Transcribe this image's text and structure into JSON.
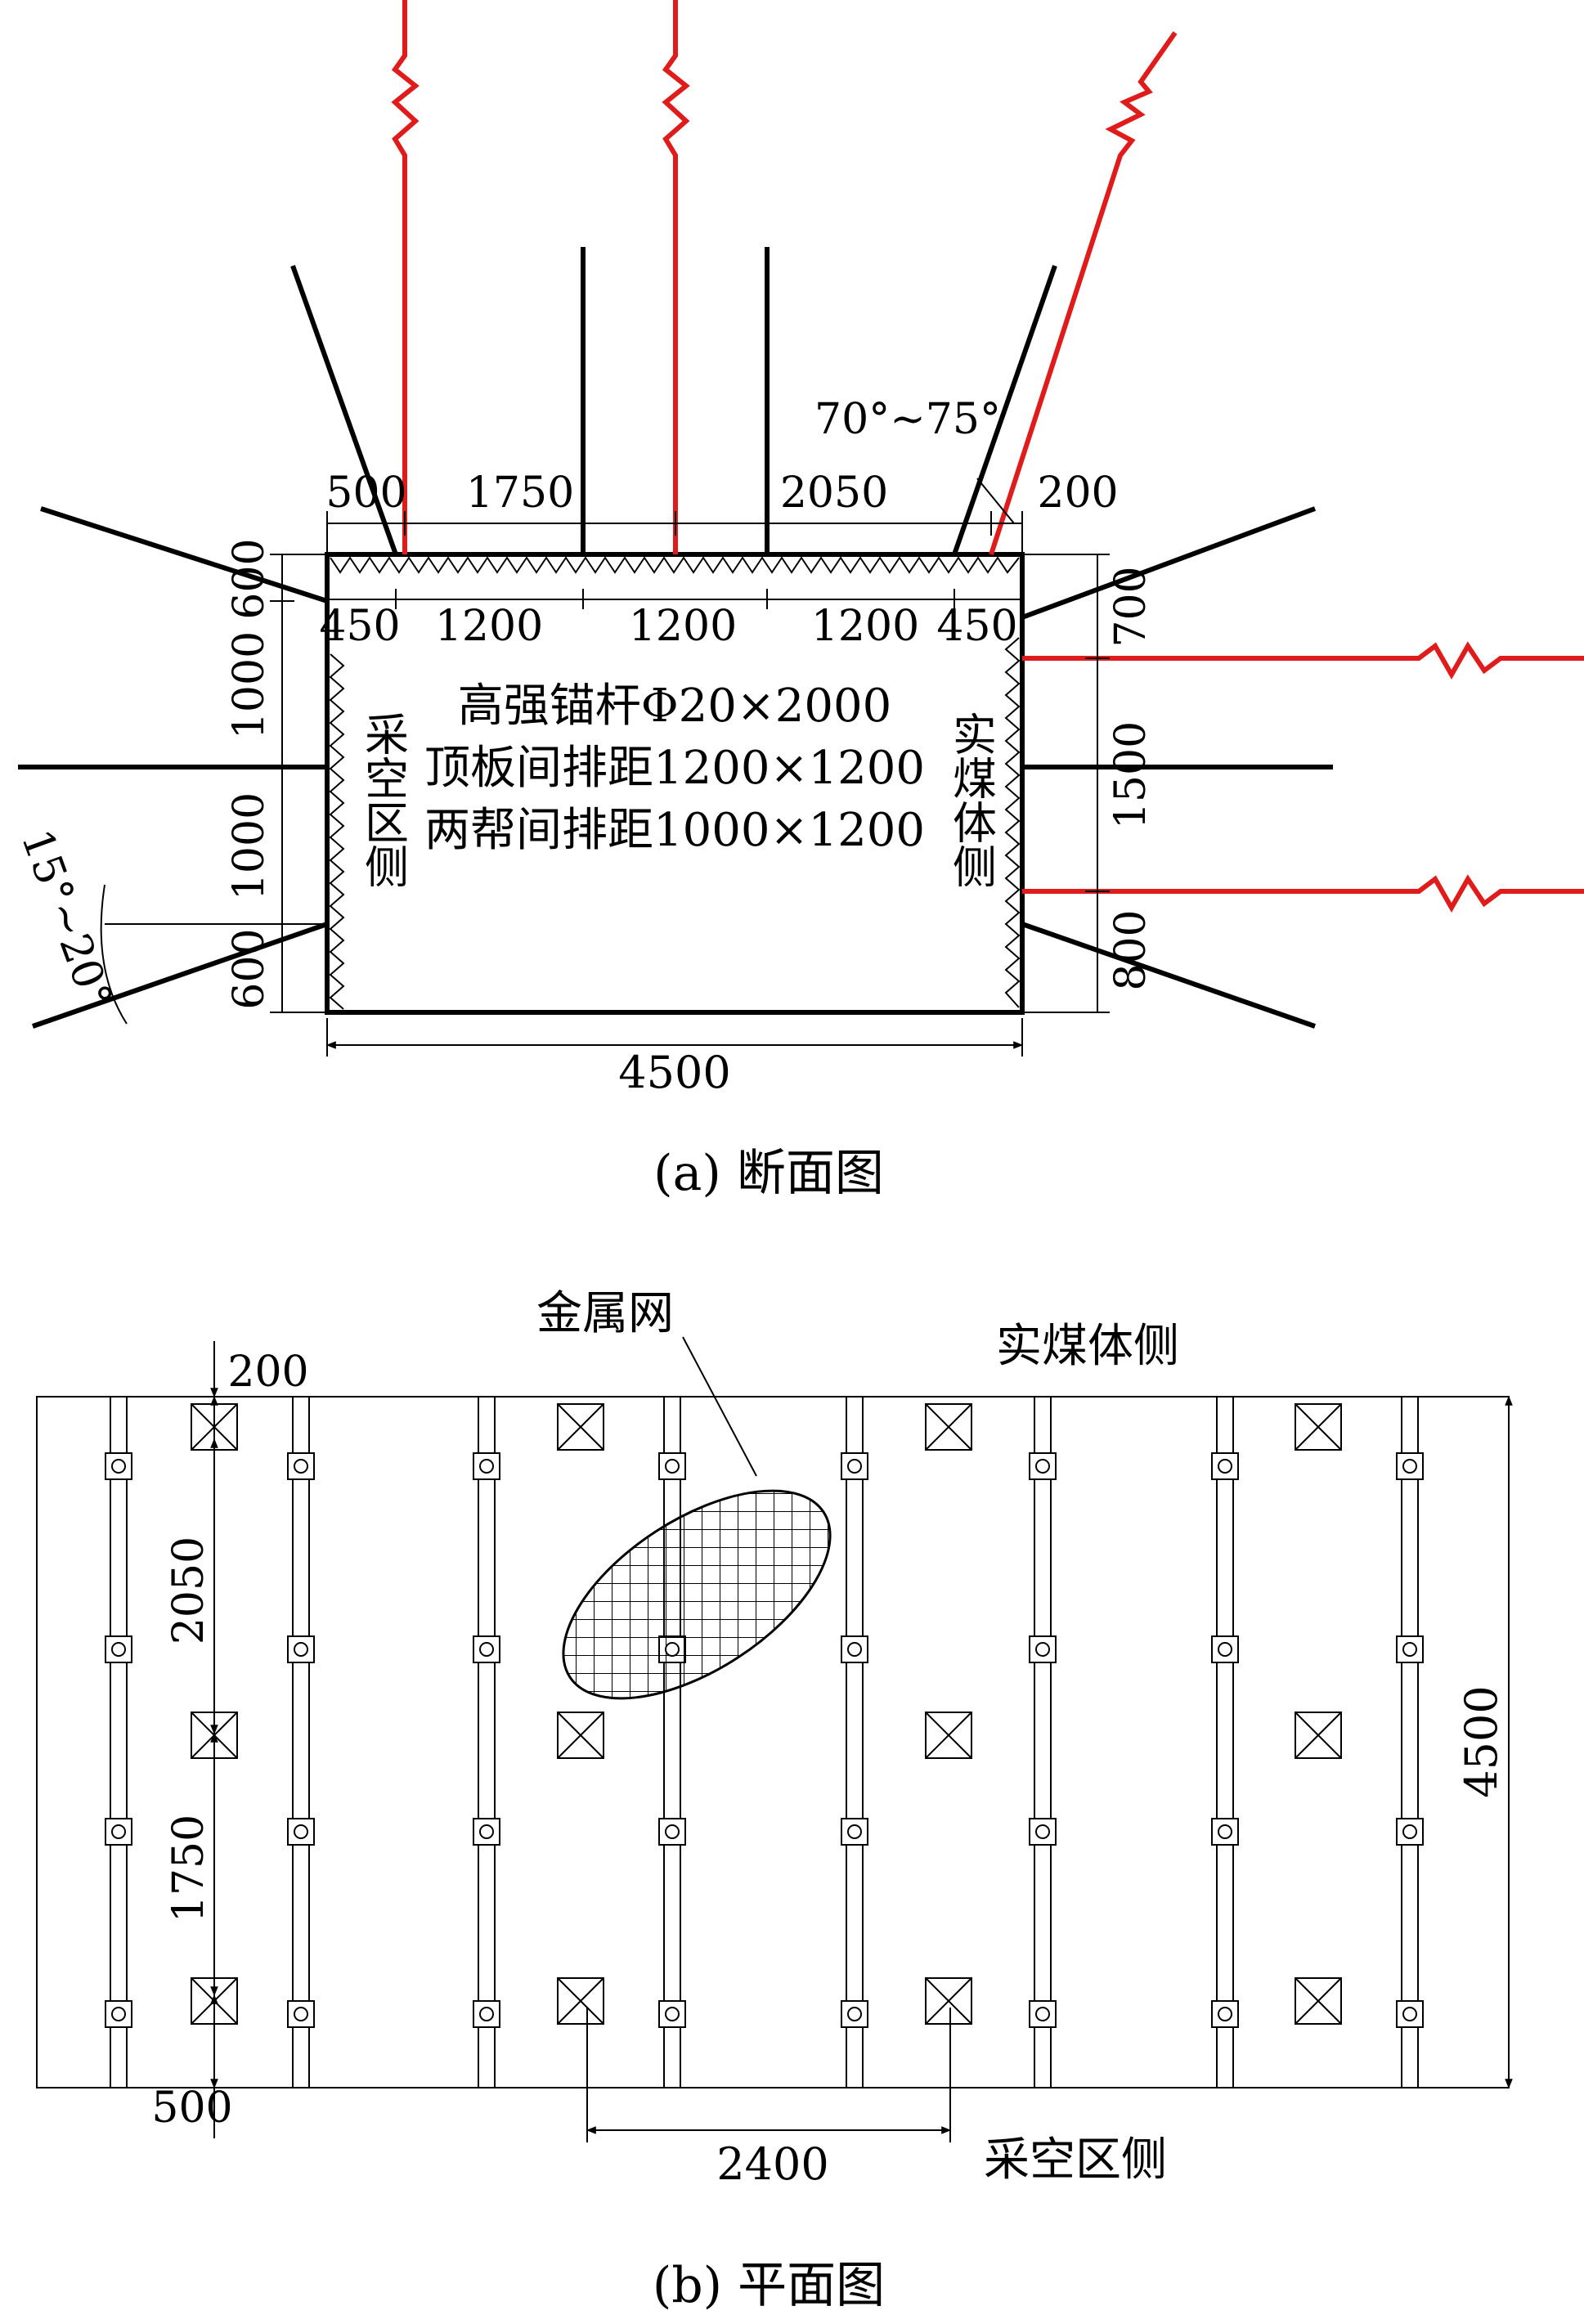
{
  "section": {
    "caption": "(a) 断面图",
    "annotations": {
      "bolt_spec": "高强锚杆Φ20×2000",
      "roof_spacing": "顶板间排距1200×1200",
      "rib_spacing": "两帮间排距1000×1200"
    },
    "labels": {
      "goaf_side": "采空区侧",
      "coal_side": "实煤体侧",
      "roof_angle": "70°~75°",
      "rib_angle": "15°~20°"
    },
    "dims": {
      "top_500": "500",
      "top_1750": "1750",
      "top_2050": "2050",
      "top_200": "200",
      "roof_450_left": "450",
      "roof_1200_a": "1200",
      "roof_1200_b": "1200",
      "roof_1200_c": "1200",
      "roof_450_right": "450",
      "left_600_top": "600",
      "left_1000_a": "1000",
      "left_1000_b": "1000",
      "left_600_bottom": "600",
      "right_700": "700",
      "right_1500": "1500",
      "right_800": "800",
      "width_4500": "4500"
    }
  },
  "plan": {
    "caption": "(b) 平面图",
    "labels": {
      "mesh": "金属网",
      "coal_side": "实煤体侧",
      "goaf_side": "采空区侧"
    },
    "dims": {
      "top_200": "200",
      "left_2050": "2050",
      "left_1750": "1750",
      "bottom_500": "500",
      "spacing_2400": "2400",
      "width_4500": "4500"
    }
  },
  "colors": {
    "line": "#000000",
    "cable": "#e01b1b"
  }
}
